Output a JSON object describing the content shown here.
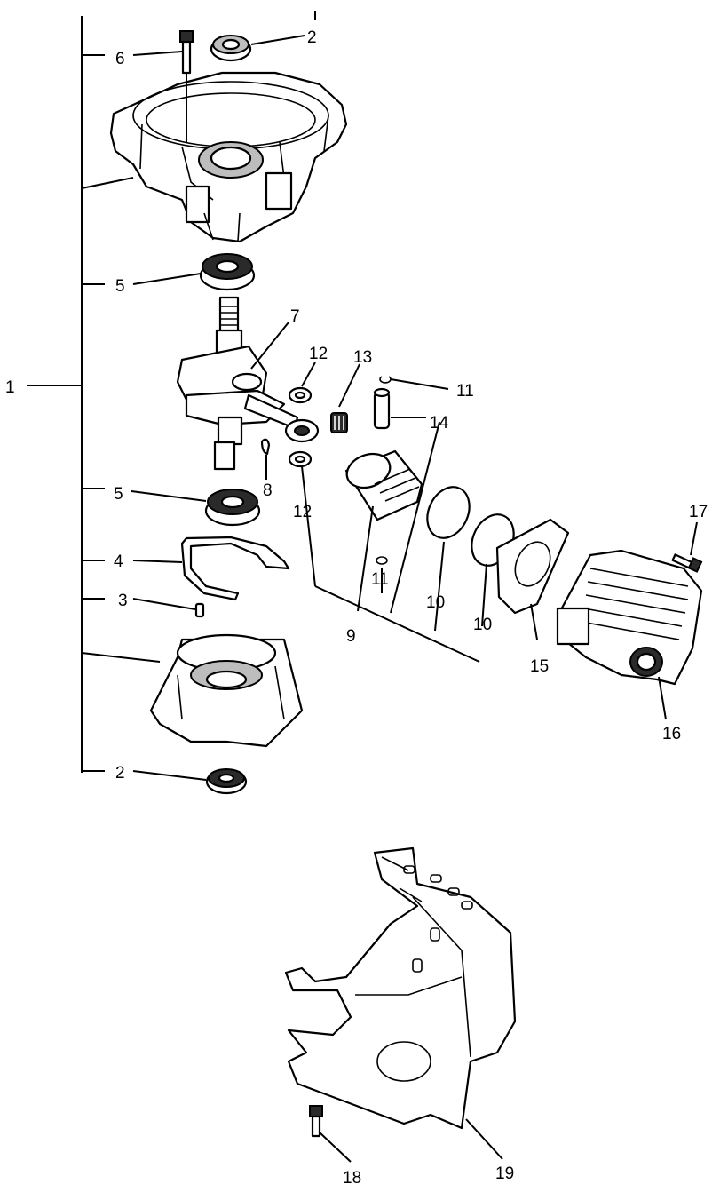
{
  "callouts": {
    "c1": "1",
    "c2a": "2",
    "c2b": "2",
    "c3": "3",
    "c4": "4",
    "c5a": "5",
    "c5b": "5",
    "c6": "6",
    "c7": "7",
    "c8": "8",
    "c9": "9",
    "c10a": "10",
    "c10b": "10",
    "c11a": "11",
    "c11b": "11",
    "c12a": "12",
    "c12b": "12",
    "c13": "13",
    "c14": "14",
    "c15": "15",
    "c16": "16",
    "c17": "17",
    "c18": "18",
    "c19": "19"
  }
}
